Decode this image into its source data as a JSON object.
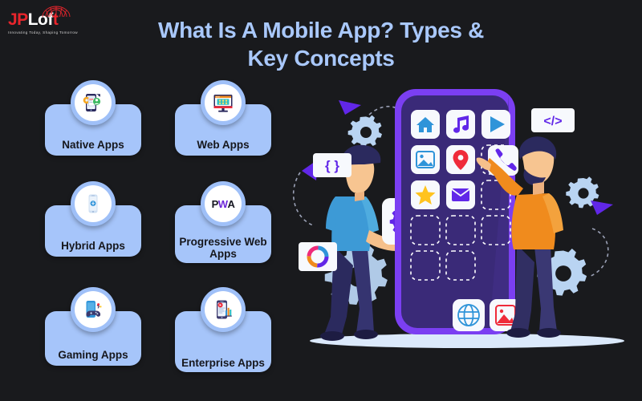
{
  "brand": {
    "name_part1": "JP",
    "name_part2": "Lo",
    "name_part3": "f",
    "name_part4": "t",
    "tagline": "Innovating Today, Shaping Tomorrow",
    "color_red": "#e8252c",
    "color_white": "#ffffff"
  },
  "header": {
    "title_line1": "What Is A Mobile App? Types &",
    "title_line2": "Key Concepts",
    "title_color": "#a9c8fb",
    "background_color": "#191a1d"
  },
  "cards": [
    {
      "label": "Native Apps",
      "icon": "native-app-phone-icon",
      "position": "row1-col1"
    },
    {
      "label": "Web Apps",
      "icon": "web-app-monitor-icon",
      "position": "row1-col2"
    },
    {
      "label": "Hybrid Apps",
      "icon": "hybrid-app-phone-icon",
      "position": "row2-col1"
    },
    {
      "label": "Progressive Web Apps",
      "icon": "pwa-logo-icon",
      "position": "row2-col2"
    },
    {
      "label": "Gaming Apps",
      "icon": "gaming-controller-icon",
      "position": "row3-col1"
    },
    {
      "label": "Enterprise Apps",
      "icon": "enterprise-analytics-icon",
      "position": "row3-col2"
    }
  ],
  "card_style": {
    "background": "#a6c5fa",
    "text_color": "#16171c",
    "badge_ring": "#9fc0f8",
    "badge_fill": "#ffffff"
  },
  "pwa_icon": {
    "p": "P",
    "w": "W",
    "a": "A",
    "w_color": "#6d28d9"
  },
  "illustration": {
    "phone": {
      "frame_color": "#7b3ff2",
      "screen_color": "#3a2a78",
      "app_icons": [
        {
          "name": "home-app-icon",
          "glyph": "home",
          "color": "#2f94d9"
        },
        {
          "name": "music-app-icon",
          "glyph": "music",
          "color": "#6d28d9"
        },
        {
          "name": "video-app-icon",
          "glyph": "play",
          "color": "#2f94d9"
        },
        {
          "name": "gallery-app-icon",
          "glyph": "image",
          "color": "#2f94d9"
        },
        {
          "name": "maps-app-icon",
          "glyph": "pin",
          "color": "#ef2b3a"
        },
        {
          "name": "phone-app-icon",
          "glyph": "phone",
          "color": "#6d28d9"
        },
        {
          "name": "favorites-app-icon",
          "glyph": "star",
          "color": "#ffc31f"
        },
        {
          "name": "mail-app-icon",
          "glyph": "envelope",
          "color": "#6d28d9"
        }
      ],
      "empty_slots": 7,
      "floating_icons": [
        {
          "name": "browser-globe-icon",
          "glyph": "globe",
          "color": "#2f94d9"
        },
        {
          "name": "photos-app-icon",
          "glyph": "photo",
          "color": "#ef2b3a"
        }
      ]
    },
    "characters": [
      {
        "name": "developer-left",
        "shirt_color": "#3d9ad6",
        "pants_color": "#2b2a5e",
        "cap_color": "#2b2a5e",
        "holding": "gear-card"
      },
      {
        "name": "developer-right",
        "shirt_color": "#f08b1d",
        "pants_color": "#312f63",
        "hair_color": "#2b2a5e",
        "holding": "phone-app-icon"
      }
    ],
    "floating_cards": [
      {
        "name": "curly-braces-card",
        "text": "{ }",
        "color": "#6d28d9"
      },
      {
        "name": "code-tag-card",
        "text": "</>",
        "color": "#6d28d9"
      },
      {
        "name": "gear-card",
        "text": "gear",
        "color": "#6d28d9"
      },
      {
        "name": "donut-chart-card",
        "text": "chart",
        "color": "#6d28d9"
      }
    ],
    "decorations": {
      "gear_color": "#b9d4f2",
      "arrow_color": "#6d28d9",
      "dash_color": "#9aa0b5",
      "ground_color": "#dbe9fb"
    }
  }
}
